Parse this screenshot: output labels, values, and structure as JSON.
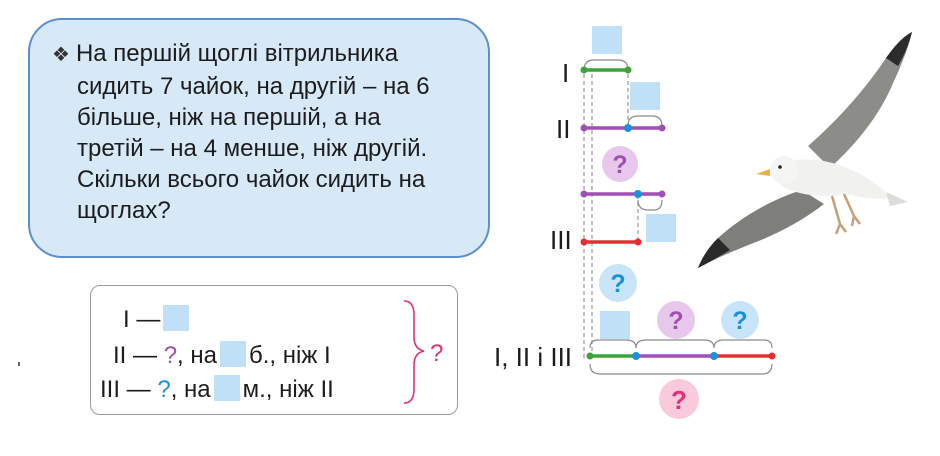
{
  "problem": {
    "bullet": "❖",
    "lines": [
      "На першій щоглі вітрильника",
      "сидить 7 чайок, на другій – на 6",
      "більше, ніж на першій, а на",
      "третій – на 4 менше, ніж другій.",
      "Скільки всього чайок сидить на",
      "щоглах?"
    ]
  },
  "condition": {
    "row1": {
      "label": "I —"
    },
    "row2": {
      "label": "II —",
      "q": "?",
      "na": ", на",
      "rest": "б., ніж I"
    },
    "row3": {
      "label": "III —",
      "q": "?",
      "na": ", на",
      "rest": "м., ніж II"
    },
    "brace_q": "?"
  },
  "diagram": {
    "labels": {
      "row1": "I",
      "row2": "II",
      "row3": "III",
      "total": "I, II і III"
    },
    "question_mark": "?",
    "colors": {
      "green": "#3aa33a",
      "purple": "#a04fb5",
      "red": "#e03030",
      "blue_dot": "#1e90d8",
      "square": "#bfe0f6",
      "circle_purple": "#e7c8ec",
      "circle_blue": "#c8e4f8",
      "circle_pink": "#f9c9dc",
      "q_purple": "#a050b0",
      "q_blue": "#1e90d8",
      "q_pink": "#e0307a"
    }
  },
  "illustration": {
    "icon": "seagull-icon"
  }
}
